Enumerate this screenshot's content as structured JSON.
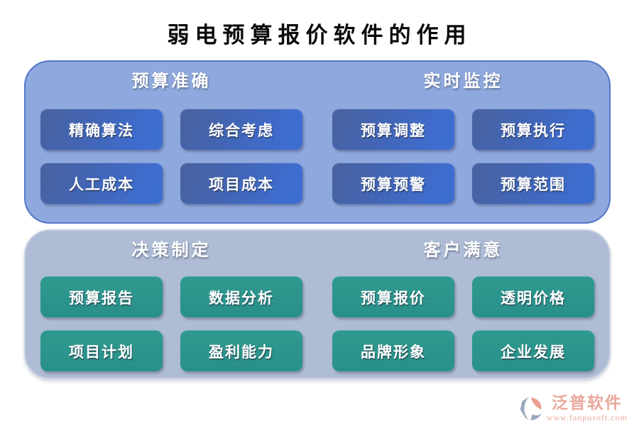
{
  "title": "弱电预算报价软件的作用",
  "panels": [
    {
      "id": "top-panel",
      "sections": [
        {
          "header": "预算准确",
          "buttons": [
            "精确算法",
            "综合考虑",
            "人工成本",
            "项目成本"
          ]
        },
        {
          "header": "实时监控",
          "buttons": [
            "预算调整",
            "预算执行",
            "预算预警",
            "预算范围"
          ]
        }
      ]
    },
    {
      "id": "bottom-panel",
      "sections": [
        {
          "header": "决策制定",
          "buttons": [
            "预算报告",
            "数据分析",
            "项目计划",
            "盈利能力"
          ]
        },
        {
          "header": "客户满意",
          "buttons": [
            "预算报价",
            "透明价格",
            "品牌形象",
            "企业发展"
          ]
        }
      ]
    }
  ],
  "footer": {
    "brand": "泛普软件",
    "website": "www.fanpusoft.com"
  },
  "colors": {
    "panel_top_bg": "#8FA9DE",
    "panel_top_border": "#5377C8",
    "panel_bottom_bg": "#AEBCD5",
    "button_blue": "#3E6DD0",
    "button_blue_dark": "#4A629F",
    "button_green": "#2A948B",
    "brand_salmon": "#E9A89D",
    "logo_gray": "#9AA7BC",
    "title_text": "#0a0a0a",
    "button_text": "#ffffff"
  }
}
